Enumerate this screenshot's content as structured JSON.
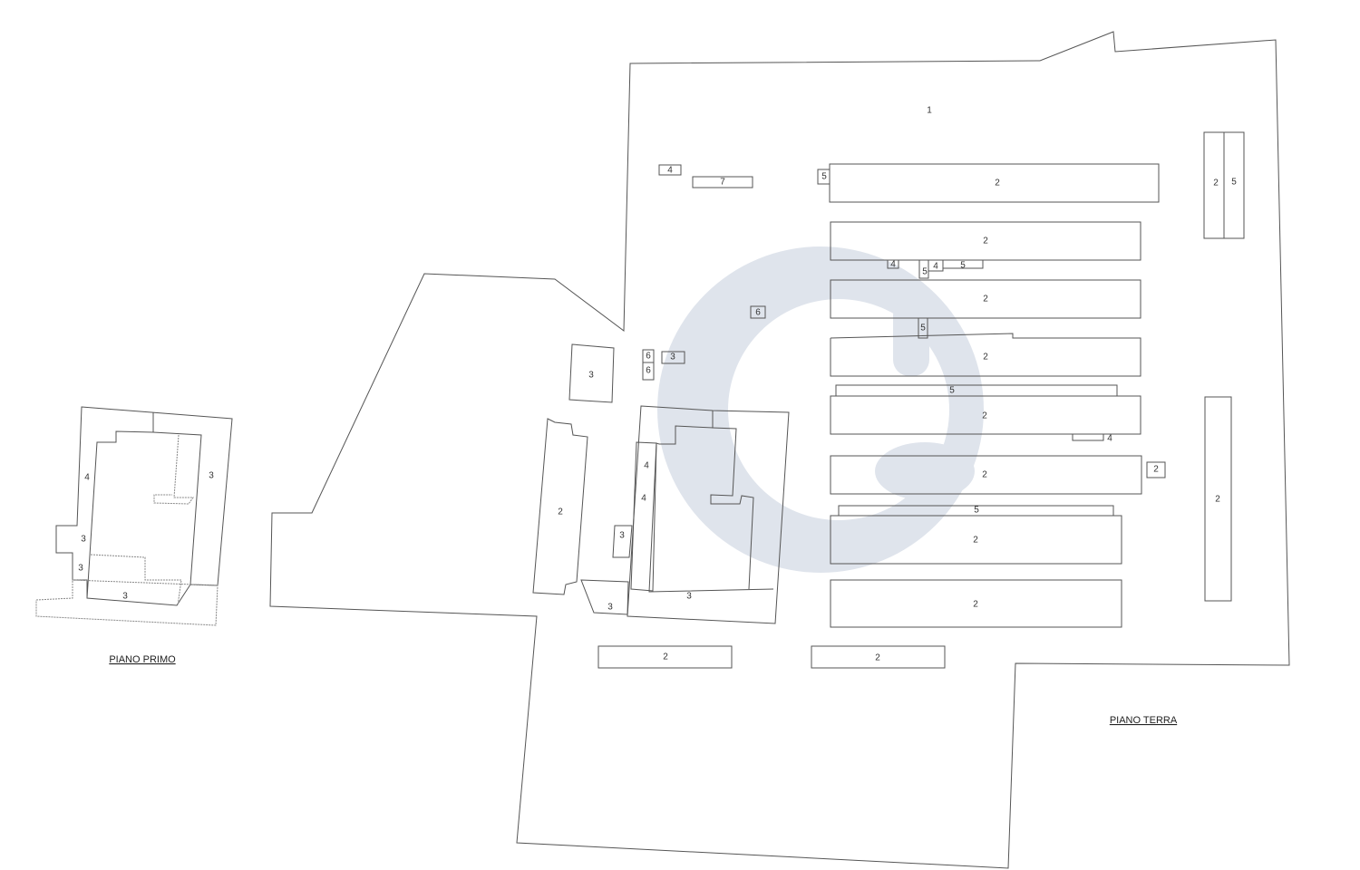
{
  "titles": {
    "first_floor": "PIANO PRIMO",
    "ground_floor": "PIANO TERRA"
  },
  "watermark": {
    "color": "#dfe4ec"
  },
  "labels": {
    "yard": "1",
    "g_4a": "4",
    "g_7": "7",
    "g_5a": "5",
    "g_2a": "2",
    "g_2b": "2",
    "g_4b": "4",
    "g_5b": "5",
    "g_4c": "4",
    "g_5c": "5",
    "g_2c": "2",
    "g_5d": "5",
    "g_2d": "2",
    "g_5e": "5",
    "g_2e": "2",
    "g_4d": "4",
    "g_2f": "2",
    "g_2g": "2",
    "g_5f": "5",
    "g_2h": "2",
    "g_2i": "2",
    "g_2j": "2",
    "g_2k": "2",
    "g_2l": "2",
    "g_5g": "5",
    "g_2m": "2",
    "g_6a": "6",
    "g_6b": "6",
    "g_6c": "6",
    "g_3a": "3",
    "g_3b": "3",
    "g_2n": "2",
    "g_3c": "3",
    "g_4e": "4",
    "g_4f": "4",
    "g_3d": "3",
    "g_3e": "3",
    "p_4": "4",
    "p_3a": "3",
    "p_3b": "3",
    "p_3c": "3",
    "p_3d": "3"
  }
}
